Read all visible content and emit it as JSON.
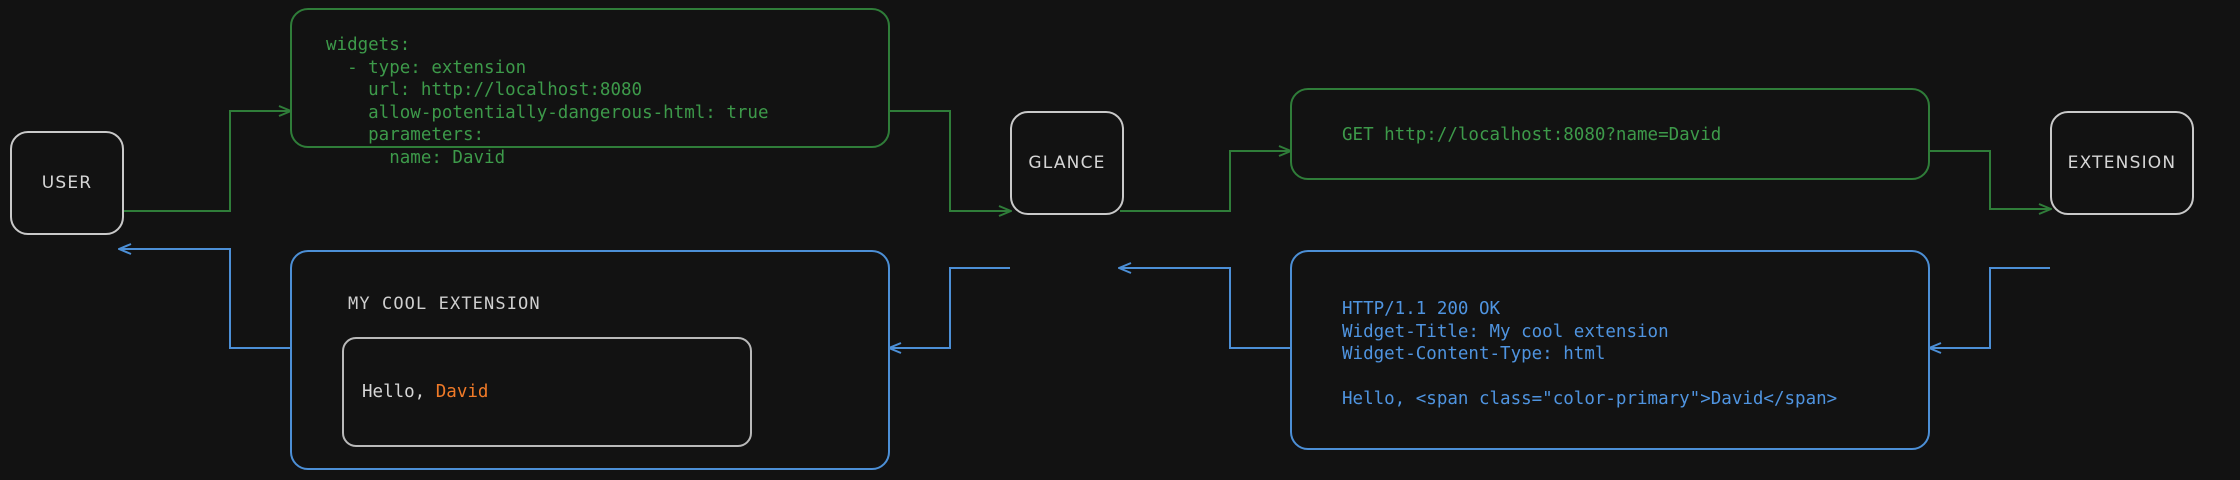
{
  "theme": {
    "background": "#121212",
    "node_stroke": "#c9c9c9",
    "request_color": "#2f7d39",
    "request_text": "#3d9a4a",
    "response_color": "#4c8fd6",
    "response_text": "#4f94e0",
    "accent_primary": "#f07a28",
    "widget_text": "#d6d6d6"
  },
  "nodes": {
    "user": {
      "label": "USER"
    },
    "glance": {
      "label": "GLANCE"
    },
    "extension": {
      "label": "EXTENSION"
    }
  },
  "boxes": {
    "config_yaml": {
      "kind": "request",
      "text": "widgets:\n  - type: extension\n    url: http://localhost:8080\n    allow-potentially-dangerous-html: true\n    parameters:\n      name: David"
    },
    "http_request": {
      "kind": "request",
      "text": "GET http://localhost:8080?name=David"
    },
    "http_response": {
      "kind": "response",
      "text": "HTTP/1.1 200 OK\nWidget-Title: My cool extension\nWidget-Content-Type: html\n\nHello, <span class=\"color-primary\">David</span>"
    },
    "rendered_widget": {
      "kind": "response",
      "title": "MY COOL EXTENSION",
      "body_prefix": "Hello, ",
      "body_accent": "David"
    }
  },
  "flows": [
    {
      "name": "user-to-config",
      "color": "#2f7d39",
      "direction": "forward"
    },
    {
      "name": "config-to-glance",
      "color": "#2f7d39",
      "direction": "forward"
    },
    {
      "name": "glance-to-request",
      "color": "#2f7d39",
      "direction": "forward"
    },
    {
      "name": "request-to-extension",
      "color": "#2f7d39",
      "direction": "forward"
    },
    {
      "name": "extension-to-response",
      "color": "#4c8fd6",
      "direction": "backward"
    },
    {
      "name": "response-to-glance",
      "color": "#4c8fd6",
      "direction": "backward"
    },
    {
      "name": "glance-to-widget",
      "color": "#4c8fd6",
      "direction": "backward"
    },
    {
      "name": "widget-to-user",
      "color": "#4c8fd6",
      "direction": "backward"
    }
  ]
}
